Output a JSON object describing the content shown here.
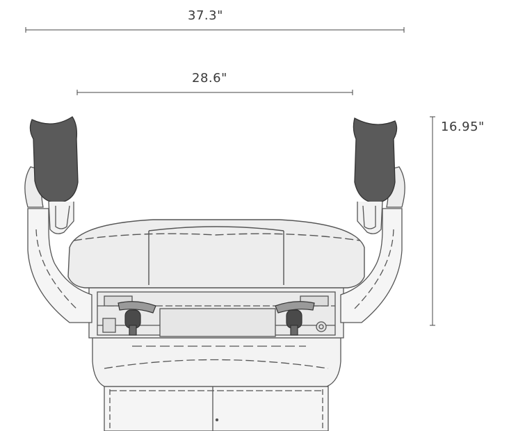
{
  "dimensions": {
    "overall_width": "37.3\"",
    "armrest_span": "28.6\"",
    "height": "16.95\""
  },
  "colors": {
    "line": "#555555",
    "dim_line": "#444444",
    "body_fill": "#f3f3f3",
    "seat_fill": "#eeeeee",
    "pad_fill": "#5a5a5a",
    "dark_part": "#4a4a4a"
  }
}
